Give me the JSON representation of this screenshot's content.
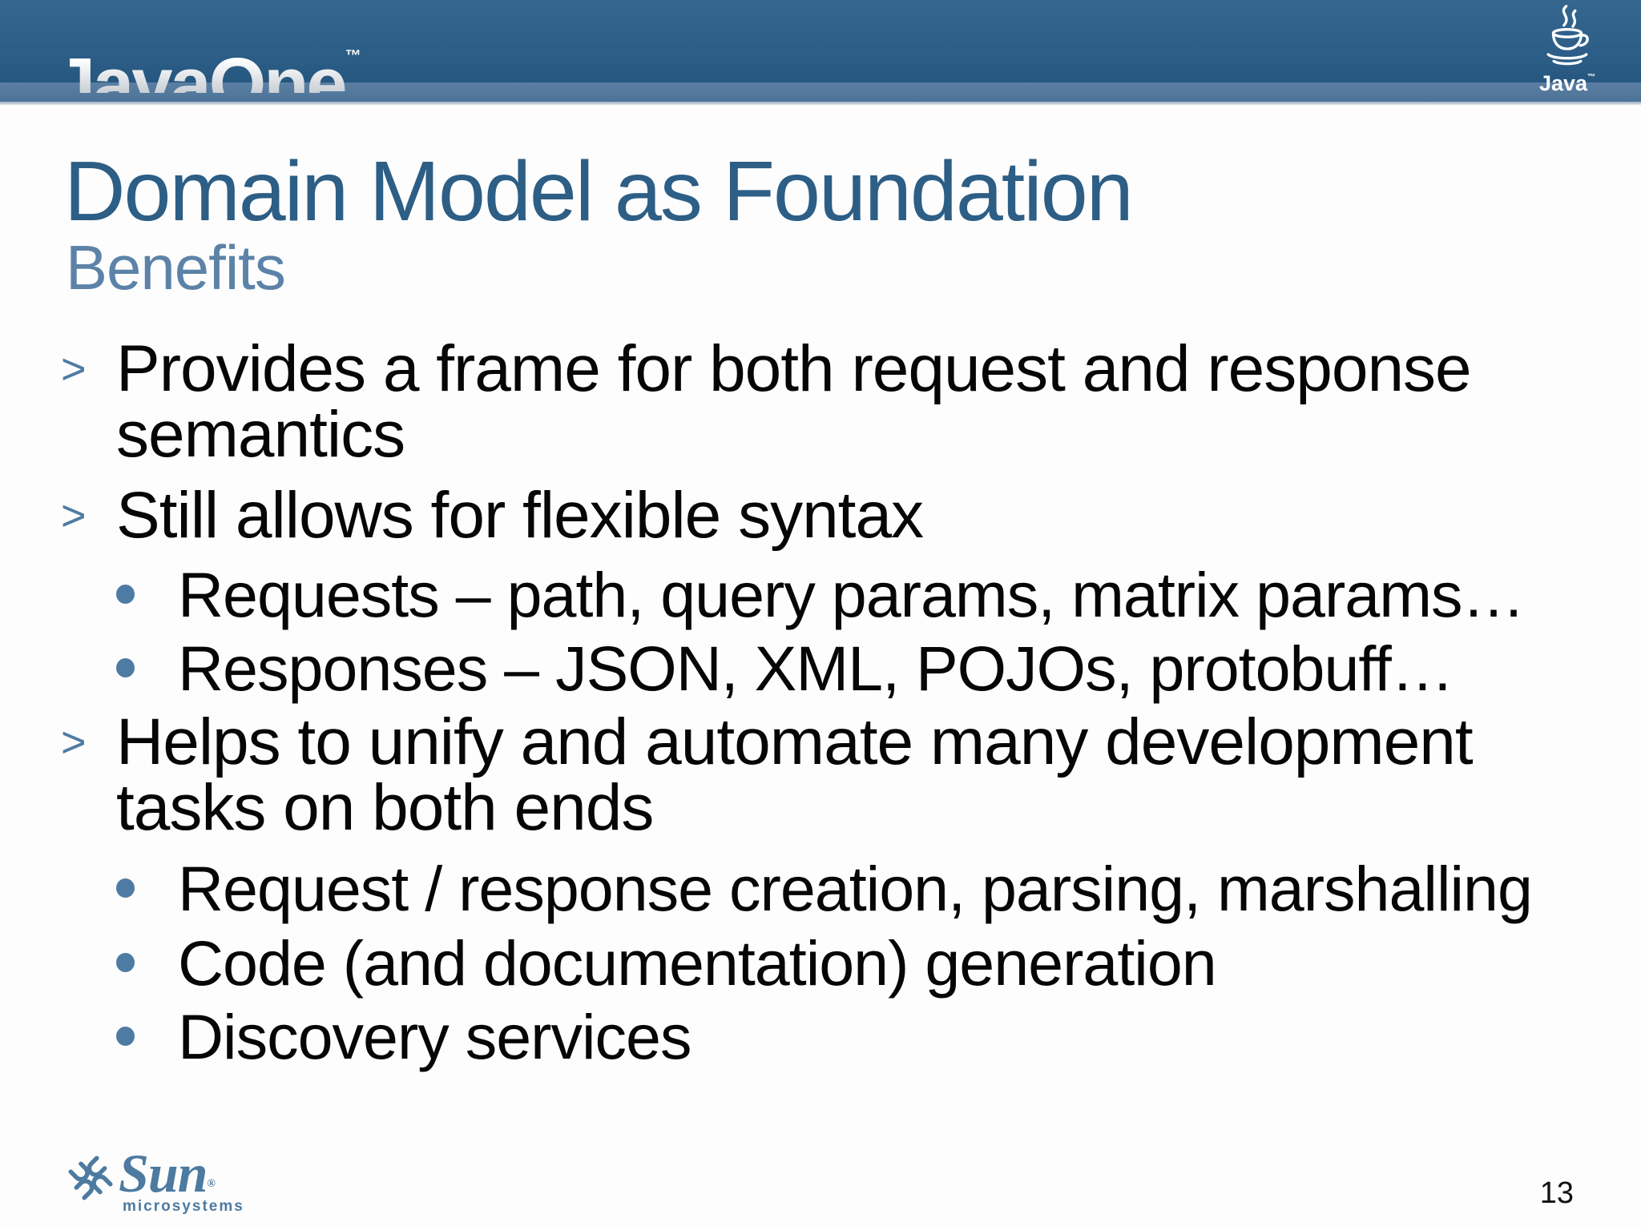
{
  "header": {
    "brand": "JavaOne",
    "brand_tm": "™",
    "java_label": "Java",
    "java_tm": "™"
  },
  "title": "Domain Model as Foundation",
  "subtitle": "Benefits",
  "markers": {
    "level1": ">"
  },
  "bullets": [
    {
      "level": 1,
      "lines": [
        "Provides a frame for both request and response",
        "semantics"
      ]
    },
    {
      "level": 1,
      "lines": [
        "Still allows for flexible syntax"
      ]
    },
    {
      "level": 2,
      "lines": [
        "Requests – path, query params, matrix params…"
      ]
    },
    {
      "level": 2,
      "lines": [
        "Responses – JSON, XML, POJOs, protobuff…"
      ]
    },
    {
      "level": 1,
      "lines": [
        "Helps to unify and automate many development",
        "tasks on both ends"
      ]
    },
    {
      "level": 2,
      "lines": [
        "Request / response creation, parsing, marshalling"
      ]
    },
    {
      "level": 2,
      "lines": [
        "Code (and documentation) generation"
      ]
    },
    {
      "level": 2,
      "lines": [
        "Discovery services"
      ]
    }
  ],
  "footer": {
    "sun_brand": "Sun",
    "sun_reg": "®",
    "sun_sub": "microsystems",
    "page_number": "13"
  },
  "colors": {
    "header_blue": "#2b5d86",
    "header_strip": "#4f7499",
    "title_blue": "#2d5e85",
    "subtitle_blue": "#5c82a8",
    "bullet_marker_blue": "#4e7ba3",
    "sun_logo_blue": "#4d7aa0",
    "body_text": "#060606"
  }
}
